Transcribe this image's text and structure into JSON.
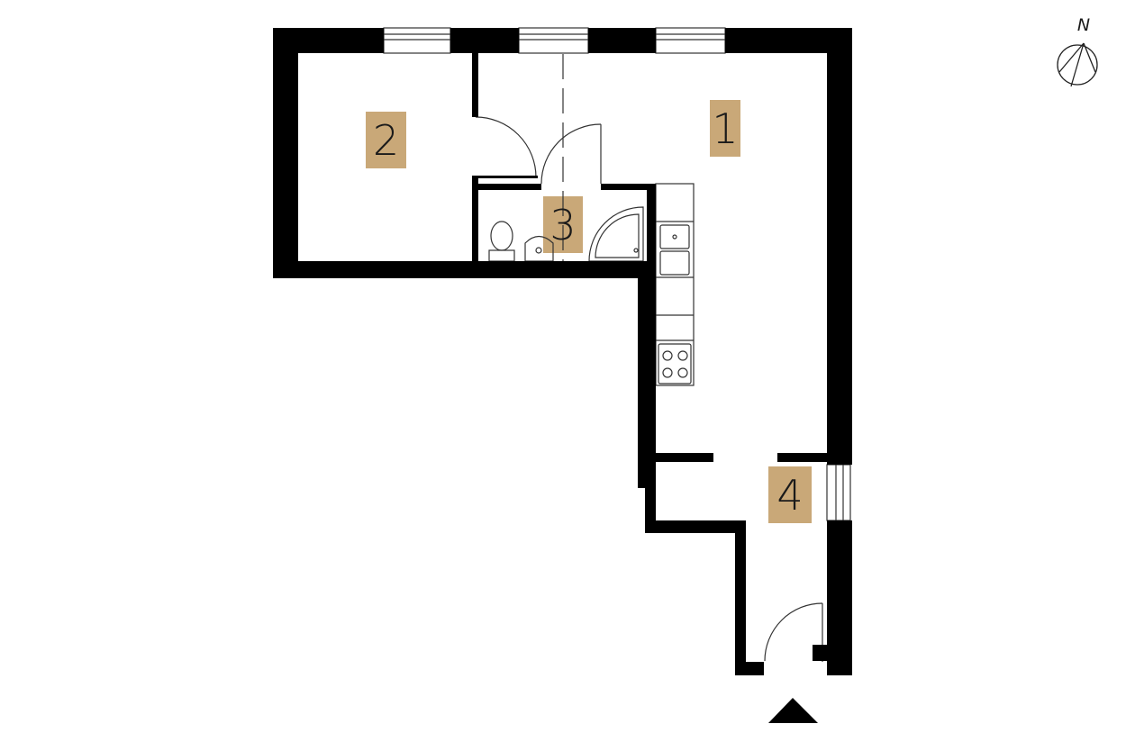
{
  "rooms": [
    {
      "number": "1"
    },
    {
      "number": "2"
    },
    {
      "number": "3"
    },
    {
      "number": "4"
    }
  ],
  "compass": {
    "letter": "N"
  },
  "colors": {
    "wall": "#000000",
    "label_bg": "#c9a878",
    "fixture_line": "#333333",
    "background": "#ffffff"
  }
}
